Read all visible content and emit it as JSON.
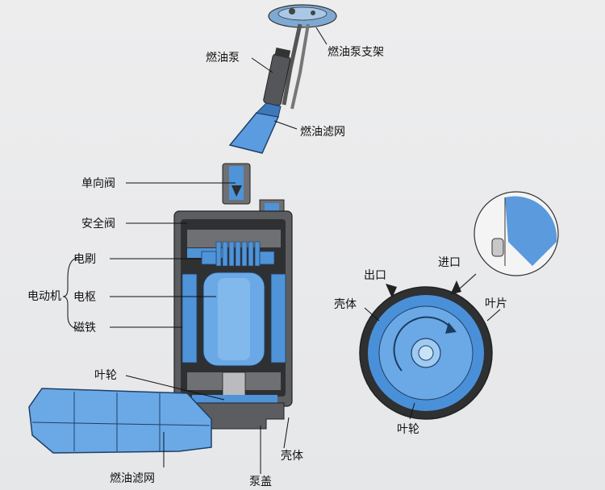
{
  "labels": {
    "pump": "燃油泵",
    "pump_bracket": "燃油泵支架",
    "filter_top": "燃油滤网",
    "check_valve": "单向阀",
    "safety_valve": "安全阀",
    "motor": "电动机",
    "brush": "电刷",
    "armature": "电枢",
    "magnet": "磁铁",
    "impeller_left": "叶轮",
    "filter_bottom": "燃油滤网",
    "pump_cover": "泵盖",
    "housing_left": "壳体",
    "outlet": "出口",
    "inlet": "进口",
    "housing_right": "壳体",
    "blade": "叶片",
    "impeller_right": "叶轮"
  },
  "colors": {
    "fuel_blue": "#4f93d8",
    "body_gray": "#6f7073",
    "dark_gray": "#3a3b3d",
    "filter_blue": "#6aa9e6"
  }
}
